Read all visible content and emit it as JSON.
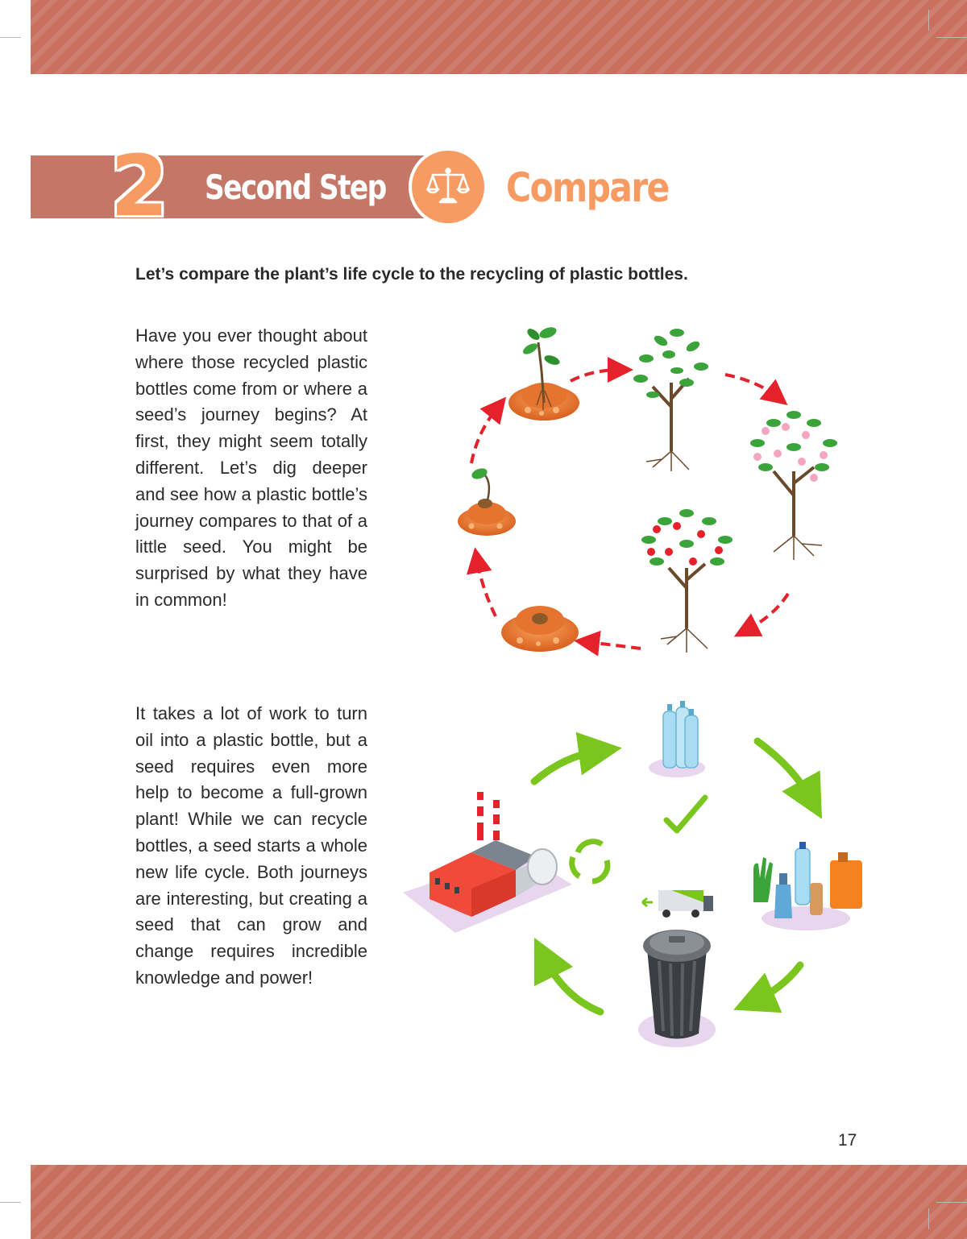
{
  "header": {
    "step_number": "2",
    "step_label": "Second Step",
    "badge_icon": "balance-scale-icon",
    "section_title": "Compare"
  },
  "intro": "Let’s compare the plant’s life cycle to the recycling of plastic bottles.",
  "paragraphs": [
    "Have you ever thought about where those recycled plastic bottles come from or where a seed’s journey begins? At first, they might seem totally different. Let’s dig deeper and see how a plastic bottle’s journey compares to that of a little seed. You might be surprised by what they have in common!",
    "It takes a lot of work to turn oil into a plastic bottle, but a seed requires even more help to become a full-grown plant! While we can recycle bottles, a seed starts a whole new life cycle. Both journeys are interesting, but creating a seed that can grow and change requires incredible knowledge and power!"
  ],
  "page_number": "17",
  "colors": {
    "band": "#c96f5e",
    "header_bar": "#c47766",
    "accent_orange": "#f79b62",
    "text": "#2b2b2b",
    "arrow_red": "#e5212b",
    "arrow_green": "#7ac61e"
  },
  "figures": {
    "plant_cycle_icons": [
      "seed-in-soil-icon",
      "sprouting-seed-icon",
      "seedling-icon",
      "young-tree-icon",
      "flowering-tree-icon",
      "fruit-tree-icon",
      "red-arrow-icon"
    ],
    "recycling_cycle_icons": [
      "plastic-bottles-icon",
      "check-mark-icon",
      "plastic-waste-icon",
      "trash-can-icon",
      "garbage-truck-icon",
      "recycle-icon",
      "factory-icon",
      "green-arrow-icon"
    ]
  }
}
